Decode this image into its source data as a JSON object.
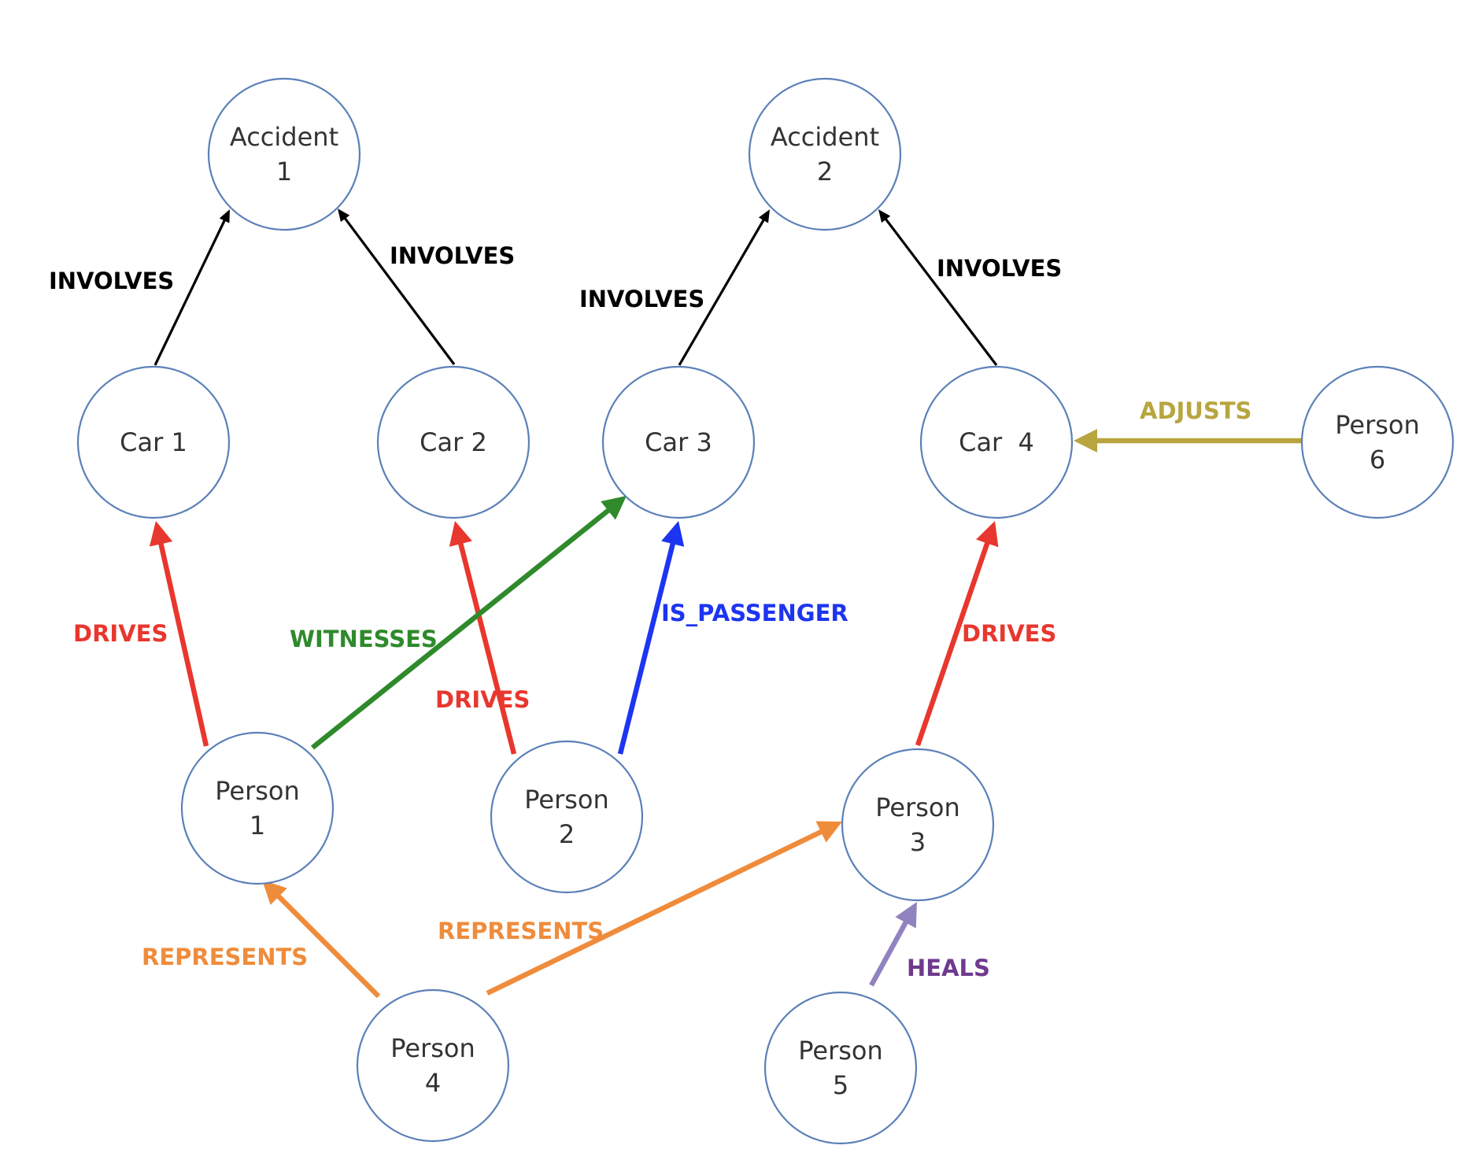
{
  "colors": {
    "involves": "#000000",
    "drives": "#e8372e",
    "witnesses": "#2f8a2b",
    "is_passenger": "#1d35f0",
    "represents": "#ef8c3c",
    "heals": "#9182c0",
    "heals_label": "#6f3a8e",
    "adjusts": "#b8a53f",
    "node_stroke": "#5b80b8"
  },
  "nodes": [
    {
      "id": "accident1",
      "lines": [
        "Accident",
        "1"
      ]
    },
    {
      "id": "accident2",
      "lines": [
        "Accident",
        "2"
      ]
    },
    {
      "id": "car1",
      "lines": [
        "Car 1"
      ]
    },
    {
      "id": "car2",
      "lines": [
        "Car 2"
      ]
    },
    {
      "id": "car3",
      "lines": [
        "Car 3"
      ]
    },
    {
      "id": "car4",
      "lines": [
        "Car  4"
      ]
    },
    {
      "id": "person6",
      "lines": [
        "Person",
        "6"
      ]
    },
    {
      "id": "person1",
      "lines": [
        "Person",
        "1"
      ]
    },
    {
      "id": "person2",
      "lines": [
        "Person",
        "2"
      ]
    },
    {
      "id": "person3",
      "lines": [
        "Person",
        "3"
      ]
    },
    {
      "id": "person4",
      "lines": [
        "Person",
        "4"
      ]
    },
    {
      "id": "person5",
      "lines": [
        "Person",
        "5"
      ]
    }
  ],
  "edges": [
    {
      "id": "car1-involves-accident1",
      "source": "car1",
      "target": "accident1",
      "label": "INVOLVES",
      "color": "involves"
    },
    {
      "id": "car2-involves-accident1",
      "source": "car2",
      "target": "accident1",
      "label": "INVOLVES",
      "color": "involves"
    },
    {
      "id": "car3-involves-accident2",
      "source": "car3",
      "target": "accident2",
      "label": "INVOLVES",
      "color": "involves"
    },
    {
      "id": "car4-involves-accident2",
      "source": "car4",
      "target": "accident2",
      "label": "INVOLVES",
      "color": "involves"
    },
    {
      "id": "person6-adjusts-car4",
      "source": "person6",
      "target": "car4",
      "label": "ADJUSTS",
      "color": "adjusts"
    },
    {
      "id": "person1-drives-car1",
      "source": "person1",
      "target": "car1",
      "label": "DRIVES",
      "color": "drives"
    },
    {
      "id": "person2-drives-car2",
      "source": "person2",
      "target": "car2",
      "label": "DRIVES",
      "color": "drives"
    },
    {
      "id": "person1-witnesses-car3",
      "source": "person1",
      "target": "car3",
      "label": "WITNESSES",
      "color": "witnesses"
    },
    {
      "id": "person2-is-passenger-car3",
      "source": "person2",
      "target": "car3",
      "label": "IS_PASSENGER",
      "color": "is_passenger"
    },
    {
      "id": "person3-drives-car4",
      "source": "person3",
      "target": "car4",
      "label": "DRIVES",
      "color": "drives"
    },
    {
      "id": "person4-represents-person1",
      "source": "person4",
      "target": "person1",
      "label": "REPRESENTS",
      "color": "represents"
    },
    {
      "id": "person4-represents-person3",
      "source": "person4",
      "target": "person3",
      "label": "REPRESENTS",
      "color": "represents"
    },
    {
      "id": "person5-heals-person3",
      "source": "person5",
      "target": "person3",
      "label": "HEALS",
      "color": "heals",
      "label_color": "heals_label"
    }
  ]
}
